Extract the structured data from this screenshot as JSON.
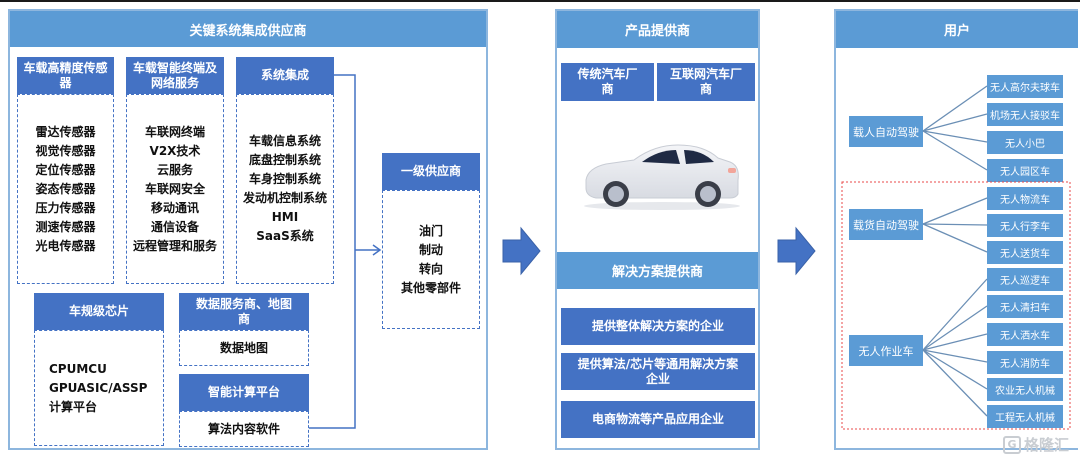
{
  "colors": {
    "panel_header": "#5b9bd5",
    "panel_border": "#8db6de",
    "category_box": "#4472c4",
    "user_box": "#5b9bd5",
    "dashed_highlight": "#e84a4a"
  },
  "key_system": {
    "title": "关键系统集成供应商",
    "sensors": {
      "title": "车载高精度传感器",
      "items": [
        "雷达传感器",
        "视觉传感器",
        "定位传感器",
        "姿态传感器",
        "压力传感器",
        "测速传感器",
        "光电传感器"
      ]
    },
    "terminal": {
      "title": "车载智能终端及网络服务",
      "items": [
        "车联网终端",
        "V2X技术",
        "云服务",
        "车联网安全",
        "移动通讯",
        "通信设备",
        "远程管理和服务"
      ]
    },
    "integration": {
      "title": "系统集成",
      "items": [
        "车载信息系统",
        "底盘控制系统",
        "车身控制系统",
        "发动机控制系统",
        "HMI",
        "SaaS系统"
      ]
    },
    "chip": {
      "title": "车规级芯片",
      "items": [
        "CPUMCU",
        "GPUASIC/ASSP",
        "计算平台"
      ]
    },
    "data_service": {
      "title": "数据服务商、地图商",
      "items": [
        "数据地图"
      ]
    },
    "compute": {
      "title": "智能计算平台",
      "items": [
        "算法内容软件"
      ]
    },
    "tier1": {
      "title": "一级供应商",
      "items": [
        "油门",
        "制动",
        "转向",
        "其他零部件"
      ]
    }
  },
  "product": {
    "title": "产品提供商",
    "makers": [
      "传统汽车厂商",
      "互联网汽车厂商"
    ],
    "image": "car-illustration",
    "solution_title": "解决方案提供商",
    "solutions": [
      "提供整体解决方案的企业",
      "提供算法/芯片等通用解决方案企业",
      "电商物流等产品应用企业"
    ]
  },
  "users": {
    "title": "用户",
    "groups": [
      {
        "label": "载人自动驾驶",
        "children": [
          "无人高尔夫球车",
          "机场无人接驳车",
          "无人小巴",
          "无人园区车"
        ]
      },
      {
        "label": "载货自动驾驶",
        "children": [
          "无人物流车",
          "无人行李车",
          "无人送货车"
        ]
      },
      {
        "label": "无人作业车",
        "children": [
          "无人巡逻车",
          "无人清扫车",
          "无人洒水车",
          "无人消防车",
          "农业无人机械",
          "工程无人机械"
        ]
      }
    ]
  },
  "watermark": {
    "text": "格隆汇",
    "logo": "G"
  }
}
